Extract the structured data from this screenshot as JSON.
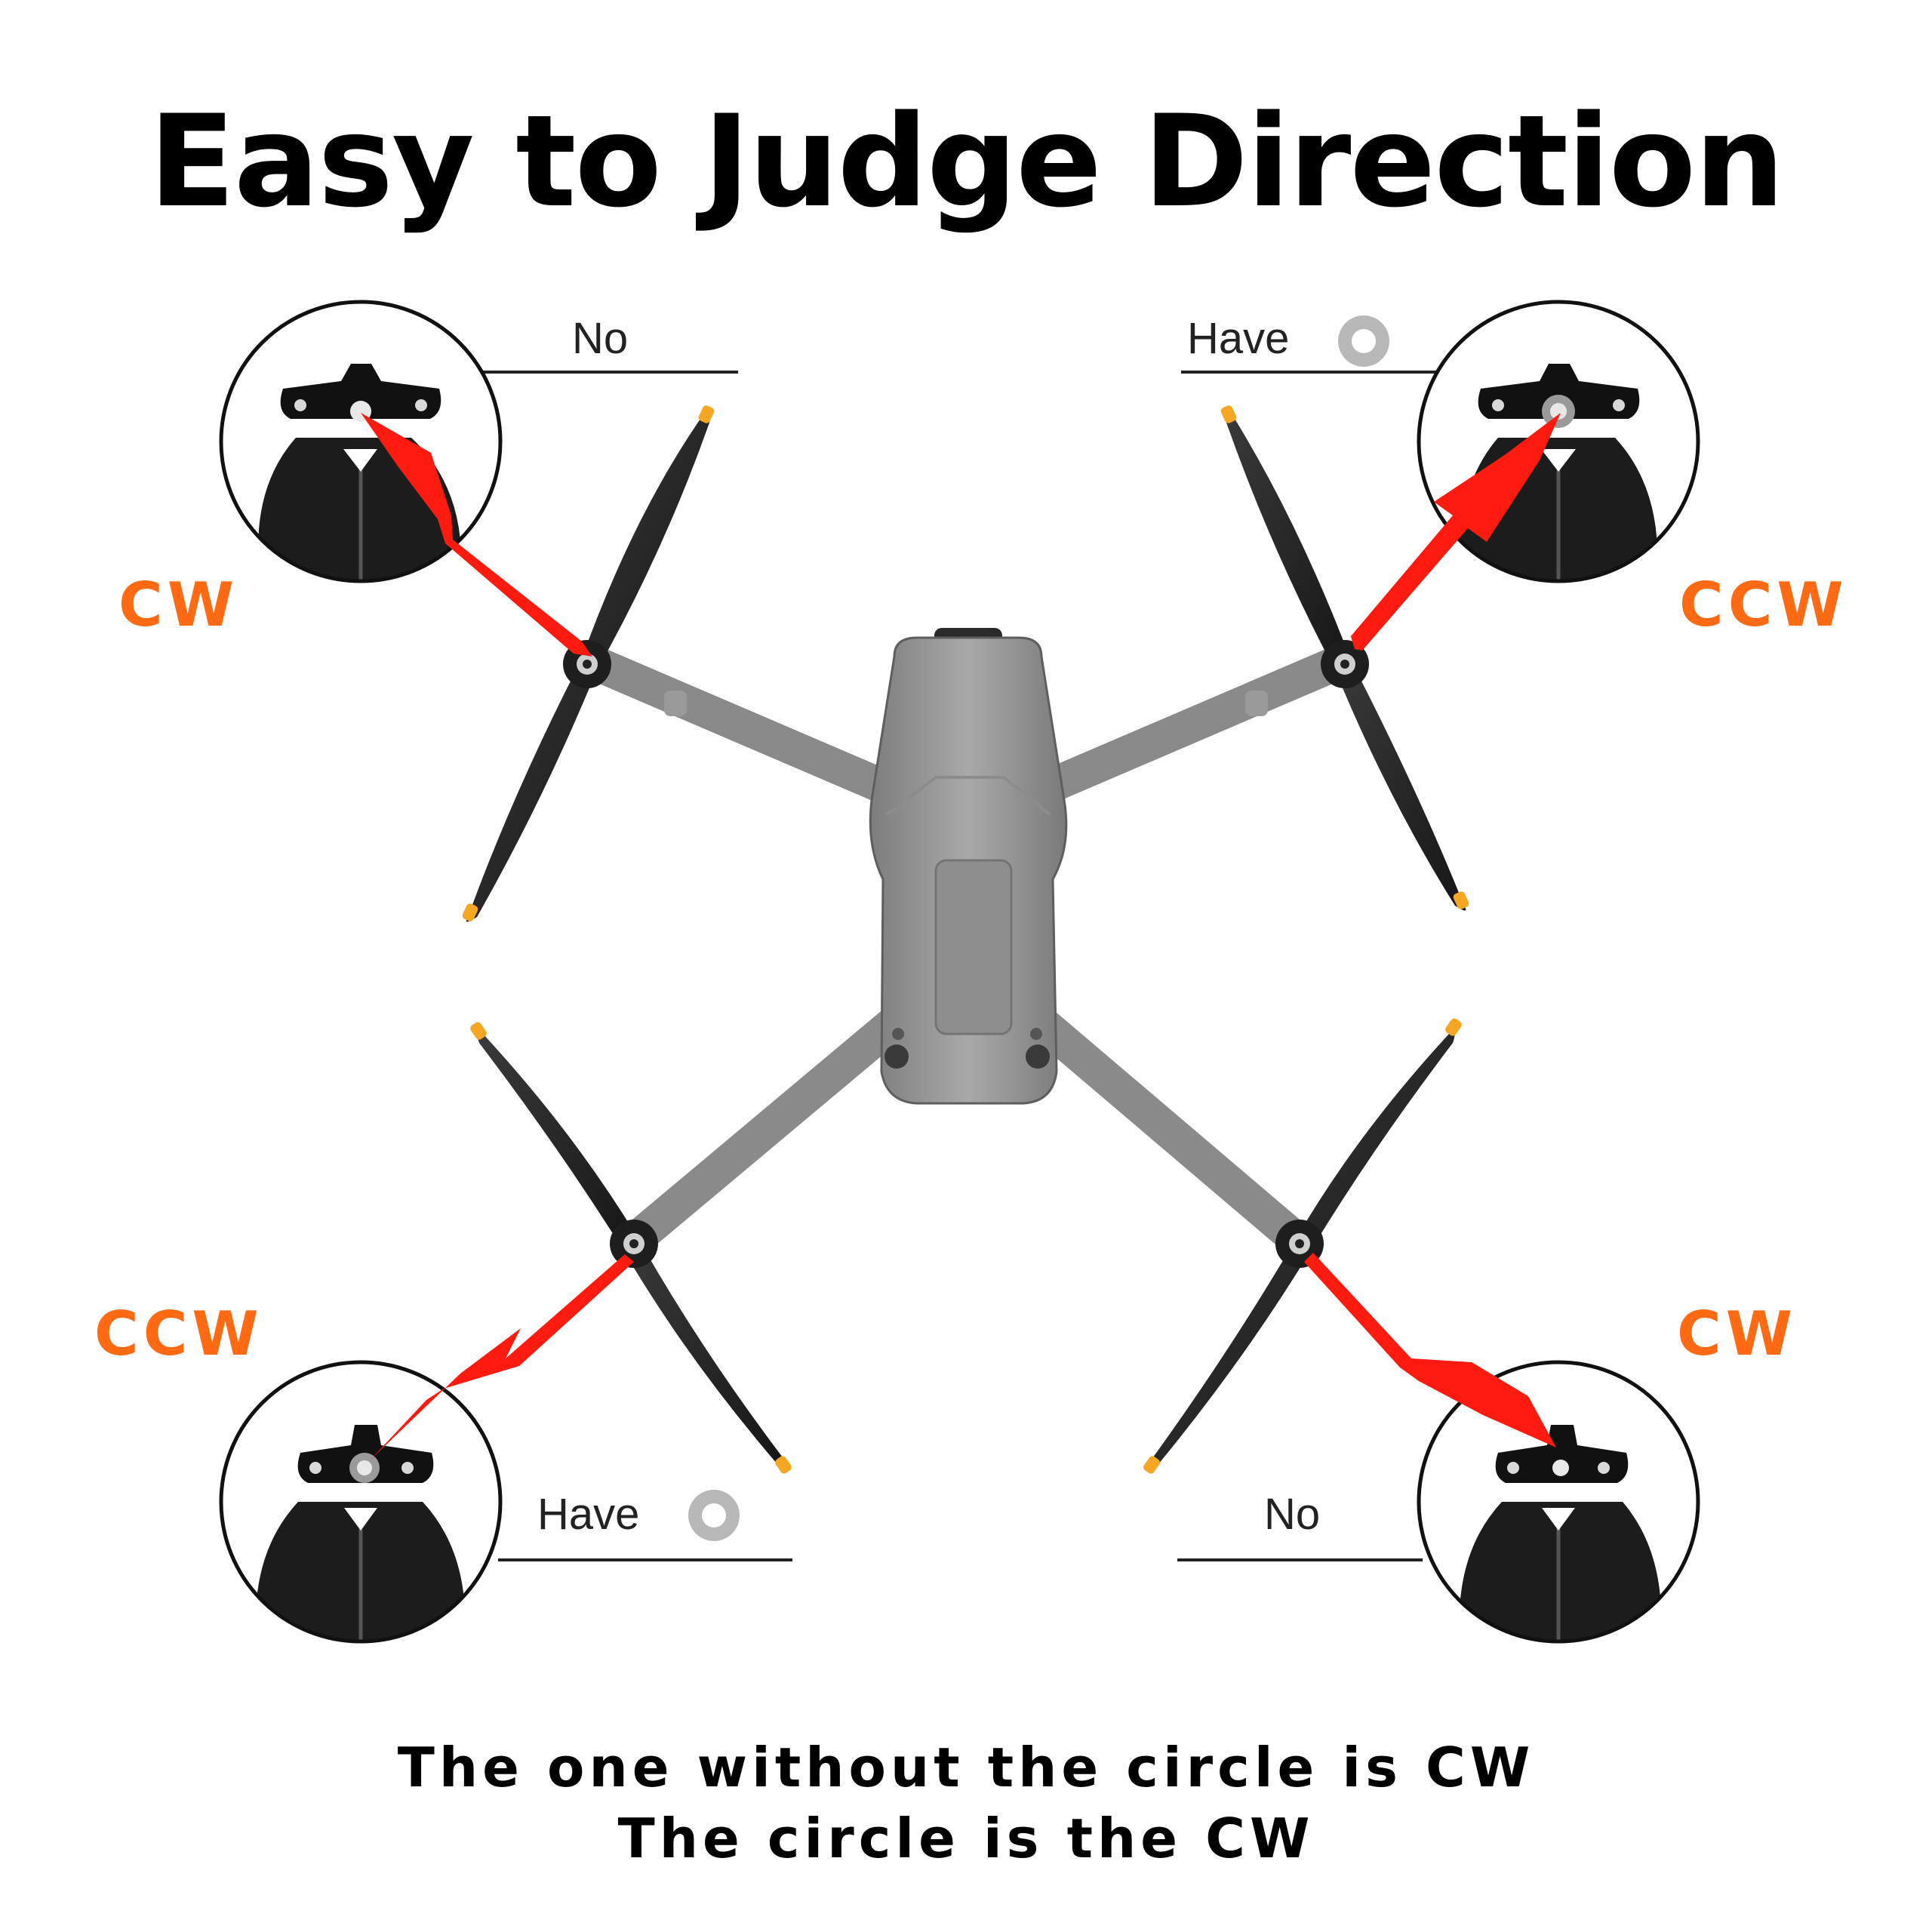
{
  "title": "Easy to Judge Direction",
  "accent_color": "#ff6a13",
  "arrow_color": "#ff1a10",
  "propellers": {
    "top_left": {
      "direction": "CW",
      "marking": "No"
    },
    "top_right": {
      "direction": "CCW",
      "marking": "Have"
    },
    "bottom_left": {
      "direction": "CCW",
      "marking": "Have"
    },
    "bottom_right": {
      "direction": "CW",
      "marking": "No"
    }
  },
  "footer": {
    "line1": "The one without the circle is CW",
    "line2": "The circle is the CW"
  }
}
